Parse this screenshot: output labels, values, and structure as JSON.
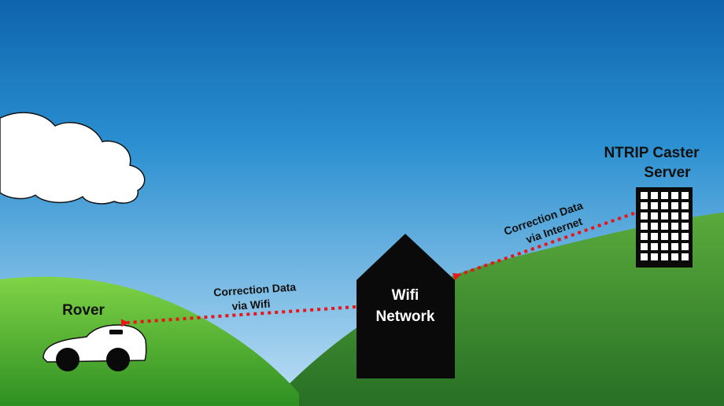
{
  "labels": {
    "rover": "Rover",
    "wifi_line1": "Wifi",
    "wifi_line2": "Network",
    "server_line1": "NTRIP Caster",
    "server_line2": "Server",
    "link_wifi_line1": "Correction Data",
    "link_wifi_line2": "via Wifi",
    "link_internet_line1": "Correction Data",
    "link_internet_line2": "via Internet"
  },
  "colors": {
    "sky_top": "#0e64ad",
    "sky_bottom": "#bfe0f5",
    "hill_light": "#7fd346",
    "hill_dark": "#2f7e2a",
    "building": "#0a0a0a",
    "arrow": "#e8151b",
    "car": "#ffffff",
    "cloud": "#ffffff"
  },
  "icons": {
    "rover": "car-icon",
    "wifi": "house-icon",
    "server": "office-building-icon",
    "sky": "cloud-icon"
  }
}
